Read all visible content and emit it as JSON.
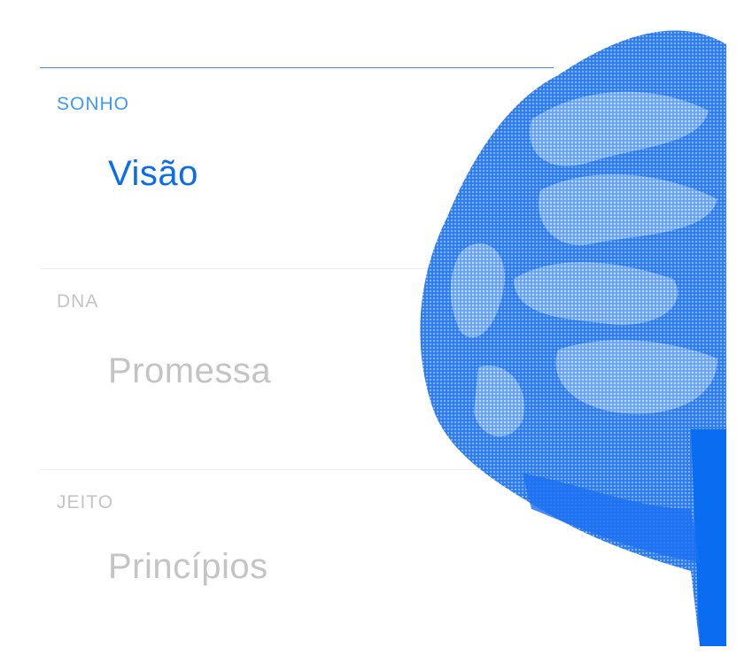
{
  "colors": {
    "accent": "#0a6cf0",
    "label_active": "#3d9bf5",
    "inactive": "#c4c4c4"
  },
  "items": [
    {
      "label": "SONHO",
      "title": "Visão",
      "active": true
    },
    {
      "label": "DNA",
      "title": "Promessa",
      "active": false
    },
    {
      "label": "JEITO",
      "title": "Princípios",
      "active": false
    }
  ],
  "illustration": "brain-halftone-image"
}
